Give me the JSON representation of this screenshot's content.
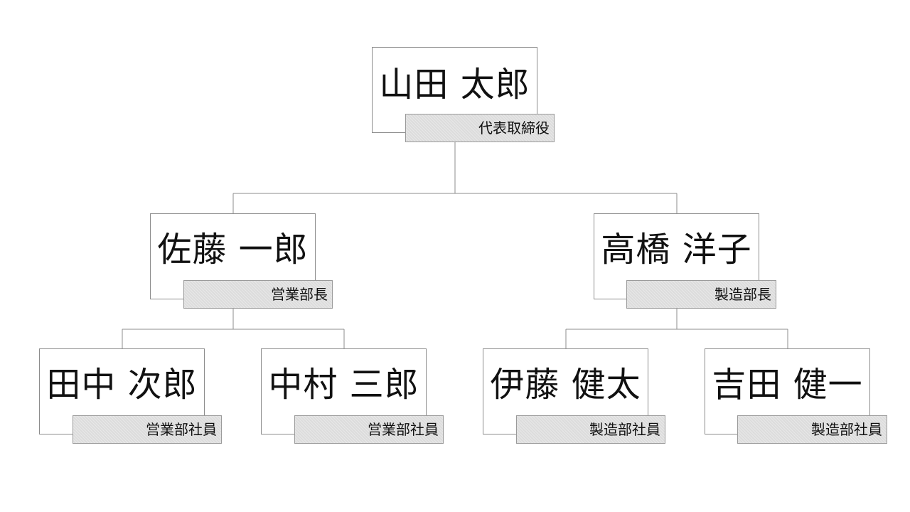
{
  "org_chart": {
    "nodes": [
      {
        "id": "ceo",
        "name": "山田 太郎",
        "role": "代表取締役"
      },
      {
        "id": "sales-manager",
        "name": "佐藤 一郎",
        "role": "営業部長"
      },
      {
        "id": "manufacturing-manager",
        "name": "高橋 洋子",
        "role": "製造部長"
      },
      {
        "id": "sales-staff-1",
        "name": "田中 次郎",
        "role": "営業部社員"
      },
      {
        "id": "sales-staff-2",
        "name": "中村 三郎",
        "role": "営業部社員"
      },
      {
        "id": "manufacturing-staff-1",
        "name": "伊藤 健太",
        "role": "製造部社員"
      },
      {
        "id": "manufacturing-staff-2",
        "name": "吉田 健一",
        "role": "製造部社員"
      }
    ],
    "edges": [
      {
        "from": "ceo",
        "to": "sales-manager"
      },
      {
        "from": "ceo",
        "to": "manufacturing-manager"
      },
      {
        "from": "sales-manager",
        "to": "sales-staff-1"
      },
      {
        "from": "sales-manager",
        "to": "sales-staff-2"
      },
      {
        "from": "manufacturing-manager",
        "to": "manufacturing-staff-1"
      },
      {
        "from": "manufacturing-manager",
        "to": "manufacturing-staff-2"
      }
    ]
  }
}
